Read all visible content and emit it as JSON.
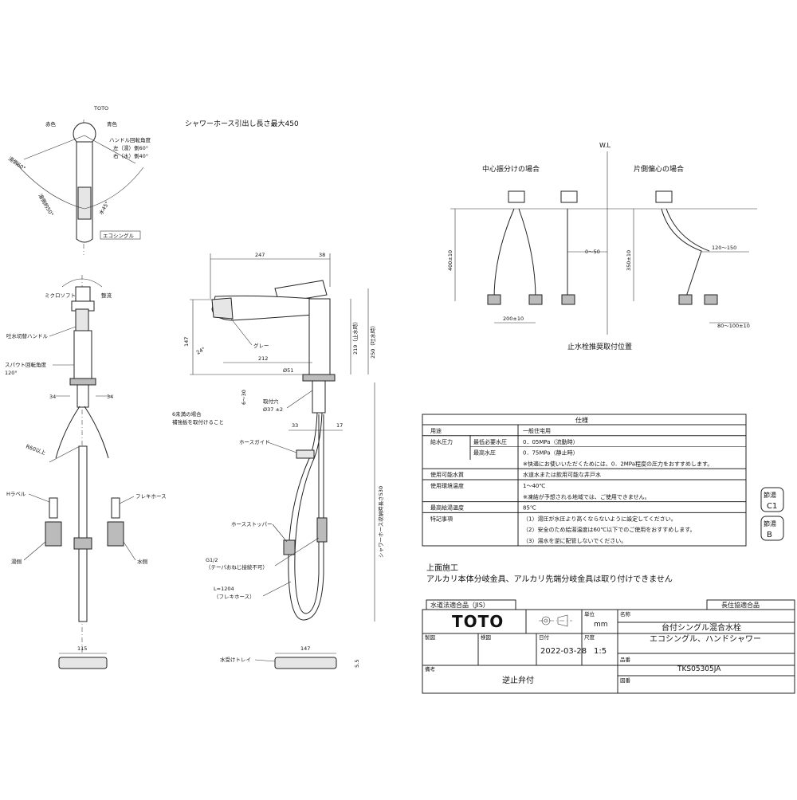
{
  "top_view": {
    "brand_label": "TOTO",
    "red_label": "赤色",
    "blue_label": "青色",
    "handle_angle_title": "ハンドル回転角度",
    "handle_angle_left": "左（湯）側60°",
    "handle_angle_right": "右（水）側40°",
    "hot_angle": "湯側60°",
    "hot_arc": "湯側約50°",
    "cold_arc": "水45°",
    "eco_label": "エコシングル"
  },
  "front_view": {
    "micro_soft": "ミクロソフト",
    "adjust": "整流",
    "switch_handle": "吐水切替ハンドル",
    "spout_angle": "スパウト回転角度",
    "spout_angle_value": "120°",
    "dim_34": "34",
    "dim_r60": "R60以上",
    "h_label": "Hラベル",
    "flexi_hose": "フレキホース",
    "hot_side": "湯側",
    "cold_side": "水側",
    "dim_115": "115"
  },
  "side_view": {
    "hose_pull": "シャワーホース引出し長さ最大450",
    "dim_247": "247",
    "dim_38": "38",
    "dim_147": "147",
    "dim_24deg": "24°",
    "grey_label": "グレー",
    "dim_212": "212",
    "dim_219": "219（止水時）",
    "dim_250": "250（吐水時）",
    "dim_51": "Ø51",
    "note_6": "6未満の場合",
    "note_6b": "補強板を取付けること",
    "dim_6_30": "6～30",
    "mount_hole": "取付穴",
    "mount_hole_dim": "Ø37 ±2",
    "dim_33": "33",
    "dim_17": "17",
    "hose_guide": "ホースガイド",
    "hose_storage": "シャワーホース収納時長さ530",
    "hose_stopper": "ホースストッパー",
    "g12": "G1/2",
    "g12_note": "（テーパおねじ接続不可）",
    "l1204": "L=1204",
    "l1204_note": "（フレキホース）",
    "drip_tray": "水受けトレイ",
    "dim_147b": "147",
    "dim_55": "5.5"
  },
  "valve_position": {
    "wl": "W.L",
    "center_title": "中心振分けの場合",
    "side_title": "片側偏心の場合",
    "dim_400": "400±10",
    "dim_0_50": "0～50",
    "dim_200": "200±10",
    "dim_350": "350±10",
    "dim_120_150": "120～150",
    "dim_80_100": "80～100±10",
    "caption": "止水栓推奨取付位置"
  },
  "spec": {
    "title": "仕様",
    "rows": [
      {
        "label": "用途",
        "sub": "",
        "value": "一般住宅用"
      },
      {
        "label": "給水圧力",
        "sub": "最低必要水圧",
        "value": "0．05MPa（流動時）"
      },
      {
        "label": "",
        "sub": "最高水圧",
        "value": "0．75MPa（静止時）"
      },
      {
        "label": "",
        "sub": "",
        "value": "※快適にお使いいただくためには、0．2MPa程度の圧力をおすすめします。"
      },
      {
        "label": "使用可能水質",
        "sub": "",
        "value": "水道水または飲用可能な井戸水"
      },
      {
        "label": "使用環境温度",
        "sub": "",
        "value": "1～40℃"
      },
      {
        "label": "",
        "sub": "",
        "value": "※凍結が予想される地域では、ご使用できません。"
      },
      {
        "label": "最高給湯温度",
        "sub": "",
        "value": "85℃"
      },
      {
        "label": "特記事項",
        "sub": "",
        "value": "（1）湯圧が水圧より高くならないように設定してください。"
      },
      {
        "label": "",
        "sub": "",
        "value": "（2）安全のため給湯温度は60℃以下でのご使用をおすすめします。"
      },
      {
        "label": "",
        "sub": "",
        "value": "（3）湯水を逆に配管しないでください。"
      }
    ]
  },
  "badges": [
    {
      "top": "節湯",
      "bottom": "C1"
    },
    {
      "top": "節湯",
      "bottom": "B"
    }
  ],
  "notes": {
    "line1": "上面施工",
    "line2": "アルカリ本体分岐金具、アルカリ先端分岐金具は取り付けできません"
  },
  "title_block": {
    "jis": "水道法適合品（JIS）",
    "choju": "長住協適合品",
    "logo": "TOTO",
    "unit_label": "単位",
    "unit": "mm",
    "name_label": "名称",
    "name1": "台付シングル混合水栓",
    "name2": "エコシングル、ハンドシャワー",
    "drawn_label": "製図",
    "checked_label": "検図",
    "date_label": "日付",
    "date": "2022-03-28",
    "scale_label": "尺度",
    "scale": "1:5",
    "product_label": "品番",
    "product": "TKS05305JA",
    "remarks_label": "備考",
    "remarks": "逆止弁付",
    "drawing_no_label": "図番"
  }
}
